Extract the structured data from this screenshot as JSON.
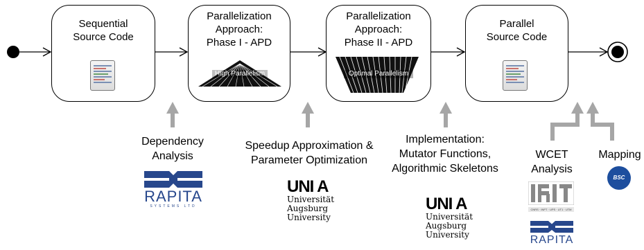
{
  "boxes": [
    {
      "line1": "Sequential",
      "line2": "Source Code",
      "line3": ""
    },
    {
      "line1": "Parallelization",
      "line2": "Approach:",
      "line3": "Phase I - APD",
      "inner": "High Parallelism"
    },
    {
      "line1": "Parallelization",
      "line2": "Approach:",
      "line3": "Phase II - APD",
      "inner": "Optimal Parallelism"
    },
    {
      "line1": "Parallel",
      "line2": "Source Code",
      "line3": ""
    }
  ],
  "labels": {
    "dependency": [
      "Dependency",
      "Analysis"
    ],
    "speedup": [
      "Speedup Approximation &",
      "Parameter Optimization"
    ],
    "implementation": [
      "Implementation:",
      "Mutator Functions,",
      "Algorithmic Skeletons"
    ],
    "wcet": [
      "WCET",
      "Analysis"
    ],
    "mapping": "Mapping"
  },
  "logos": {
    "rapita_name": "RAPITA",
    "rapita_sub": "SYSTEMS LTD",
    "uni_mark": "UNI A",
    "uni_text": [
      "Universität",
      "Augsburg",
      "University"
    ],
    "irit_sub": "CNRS · INPT · UPS · UT1 · UTM",
    "bsc": "BSC"
  },
  "colors": {
    "arrow_gray": "#a6a6a6",
    "rapita_blue": "#27478c",
    "bsc_blue": "#1d4e9e"
  }
}
